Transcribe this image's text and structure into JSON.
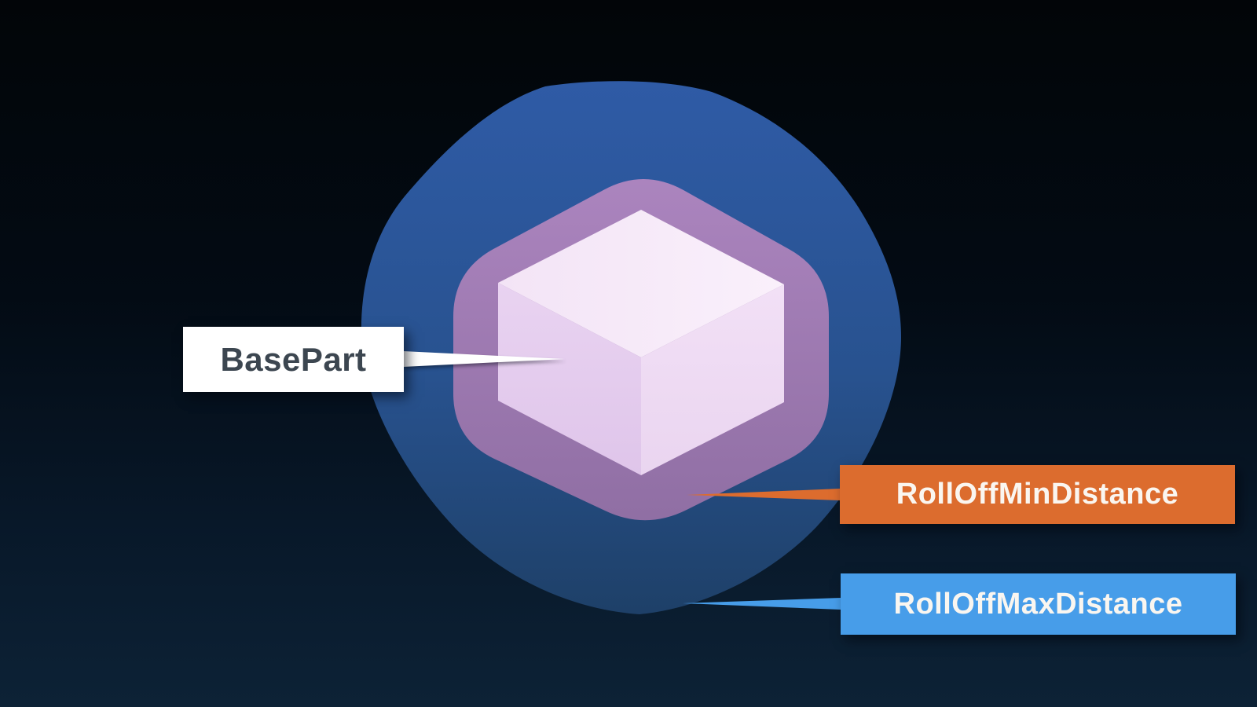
{
  "labels": {
    "base_part": {
      "text": "BasePart"
    },
    "min_distance": {
      "text": "RollOffMinDistance"
    },
    "max_distance": {
      "text": "RollOffMaxDistance"
    }
  },
  "colors": {
    "background_top": "#020508",
    "background_bottom": "#0D2236",
    "basepart_bg": "#FFFFFF",
    "basepart_text_color": "#3C4650",
    "callout_text_color": "#FAF6F0",
    "min_bg": "#DC6C2E",
    "max_bg": "#479DE9",
    "outer_region_top": "#2F5BA6",
    "outer_region_mid": "#28528F",
    "outer_region_bottom": "#1E4068",
    "inner_region_top": "#AC85BF",
    "inner_region_bottom": "#8F6EA3",
    "cube_top_left": "#F3E4F6",
    "cube_top_right": "#FAF0FB",
    "cube_left_top": "#E9D3F1",
    "cube_left_bottom": "#DFC5EA",
    "cube_right_top": "#F2E0F6",
    "cube_right_bottom": "#EAD5F0",
    "pointer_white": "#FFFFFF",
    "pointer_min": "#DC6C2E",
    "pointer_max": "#479DE9"
  },
  "regions": {
    "outer": "RollOffMaxDistance region",
    "inner": "RollOffMinDistance region",
    "cube": "BasePart cube"
  }
}
